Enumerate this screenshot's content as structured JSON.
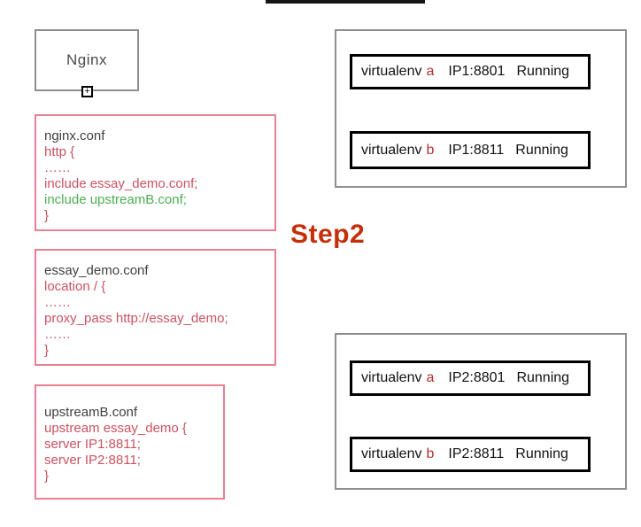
{
  "colors": {
    "pink_border": "#e87f93",
    "config_red": "#cb5260",
    "config_green": "#4cae52",
    "title_gray": "#3f3f3f",
    "gray_border": "#8f8f8f",
    "env_red": "#b23230",
    "step_red": "#c5300c",
    "black_border": "#000000"
  },
  "nginx_box": {
    "label": "Nginx"
  },
  "plus_icon": {
    "glyph": "+"
  },
  "step_label": "Step2",
  "config_boxes": [
    {
      "title": "nginx.conf",
      "lines": [
        {
          "text": "http {",
          "color": "red"
        },
        {
          "text": "……",
          "color": "red"
        },
        {
          "text": "include essay_demo.conf;",
          "color": "red"
        },
        {
          "text": "include upstreamB.conf;",
          "color": "green"
        },
        {
          "text": "}",
          "color": "red"
        }
      ]
    },
    {
      "title": "essay_demo.conf",
      "lines": [
        {
          "text": "location / {",
          "color": "red"
        },
        {
          "text": "……",
          "color": "red"
        },
        {
          "text": "proxy_pass http://essay_demo;",
          "color": "red"
        },
        {
          "text": "……",
          "color": "red"
        },
        {
          "text": "}",
          "color": "red"
        }
      ]
    },
    {
      "title": "upstreamB.conf",
      "lines": [
        {
          "text": "upstream essay_demo {",
          "color": "red"
        },
        {
          "text": "server IP1:8811;",
          "color": "red"
        },
        {
          "text": "server IP2:8811;",
          "color": "red"
        },
        {
          "text": "}",
          "color": "red"
        }
      ]
    }
  ],
  "server_groups": [
    {
      "servers": [
        {
          "name": "virtualenv",
          "env": "a",
          "address": "IP1:8801",
          "status": "Running"
        },
        {
          "name": "virtualenv",
          "env": "b",
          "address": "IP1:8811",
          "status": "Running"
        }
      ]
    },
    {
      "servers": [
        {
          "name": "virtualenv",
          "env": "a",
          "address": "IP2:8801",
          "status": "Running"
        },
        {
          "name": "virtualenv",
          "env": "b",
          "address": "IP2:8811",
          "status": "Running"
        }
      ]
    }
  ]
}
